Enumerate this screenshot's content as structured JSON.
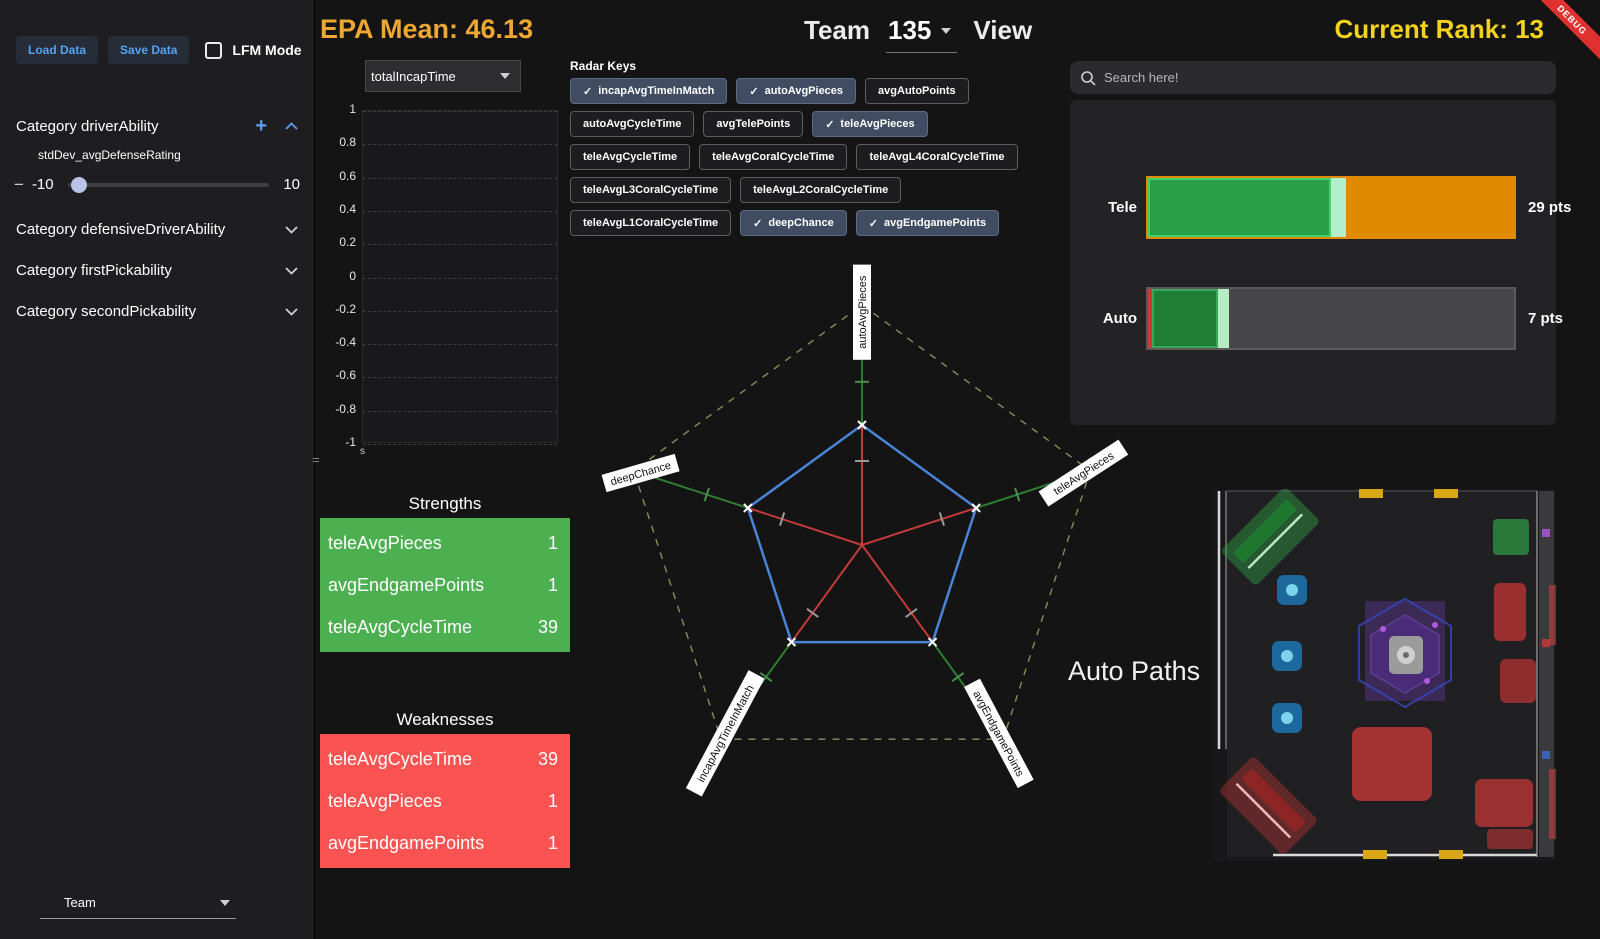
{
  "icons": {
    "plus": "+",
    "check": "✓",
    "minus": "−",
    "equals": "="
  },
  "sidebar": {
    "load_button": "Load Data",
    "save_button": "Save Data",
    "lfm_label": "LFM Mode",
    "categories": [
      {
        "label": "Category driverAbility",
        "expanded": true,
        "has_add": true,
        "slider": {
          "label": "stdDev_avgDefenseRating",
          "min_label": "-10",
          "max_label": "10"
        }
      },
      {
        "label": "Category defensiveDriverAbility",
        "expanded": false
      },
      {
        "label": "Category firstPickability",
        "expanded": false
      },
      {
        "label": "Category secondPickability",
        "expanded": false
      }
    ],
    "team_dropdown_label": "Team"
  },
  "header": {
    "epa_mean": "EPA Mean: 46.13",
    "team_label": "Team",
    "team_number": "135",
    "view_label": "View",
    "current_rank": "Current Rank: 13",
    "debug_ribbon": "DEBUG"
  },
  "incap_panel": {
    "dropdown_value": "totalIncapTime",
    "y_ticks": [
      "1",
      "0.8",
      "0.6",
      "0.4",
      "0.2",
      "0",
      "-0.2",
      "-0.4",
      "-0.6",
      "-0.8",
      "-1"
    ],
    "x_unit": "s"
  },
  "radar_keys": {
    "title": "Radar Keys",
    "rows": [
      [
        {
          "label": "incapAvgTimeInMatch",
          "selected": true
        },
        {
          "label": "autoAvgPieces",
          "selected": true
        },
        {
          "label": "avgAutoPoints",
          "selected": false
        }
      ],
      [
        {
          "label": "autoAvgCycleTime",
          "selected": false
        },
        {
          "label": "avgTelePoints",
          "selected": false
        },
        {
          "label": "teleAvgPieces",
          "selected": true
        }
      ],
      [
        {
          "label": "teleAvgCycleTime",
          "selected": false
        },
        {
          "label": "teleAvgCoralCycleTime",
          "selected": false
        },
        {
          "label": "teleAvgL4CoralCycleTime",
          "selected": false
        }
      ],
      [
        {
          "label": "teleAvgL3CoralCycleTime",
          "selected": false
        },
        {
          "label": "teleAvgL2CoralCycleTime",
          "selected": false
        }
      ],
      [
        {
          "label": "teleAvgL1CoralCycleTime",
          "selected": false
        },
        {
          "label": "deepChance",
          "selected": true
        },
        {
          "label": "avgEndgamePoints",
          "selected": true
        }
      ]
    ]
  },
  "chart_data": [
    {
      "type": "line",
      "title": "totalIncapTime",
      "xlabel": "s",
      "ylabel": "",
      "ylim": [
        -1,
        1
      ],
      "y_ticks": [
        1,
        0.8,
        0.6,
        0.4,
        0.2,
        0,
        -0.2,
        -0.4,
        -0.6,
        -0.8,
        -1
      ],
      "series": [],
      "note": "empty time chart, dashed horizontal gridlines, no data plotted"
    },
    {
      "type": "radar",
      "axes": [
        "autoAvgPieces",
        "teleAvgPieces",
        "avgEndgamePoints",
        "incapAvgTimeInMatch",
        "deepChance"
      ],
      "series": [
        {
          "name": "team-135",
          "color": "#4a84d8",
          "values_fraction": [
            0.5,
            0.5,
            0.5,
            0.5,
            0.5
          ]
        }
      ],
      "grid": "pentagon-dashed",
      "outer_color": "#8f8a5f",
      "spoke_inner_color": "#c23b3b",
      "spoke_outer_color": "#2f7d32"
    }
  ],
  "strengths": {
    "title": "Strengths",
    "color": "#4caf50",
    "items": [
      {
        "label": "teleAvgPieces",
        "value": "1"
      },
      {
        "label": "avgEndgamePoints",
        "value": "1"
      },
      {
        "label": "teleAvgCycleTime",
        "value": "39"
      }
    ]
  },
  "weaknesses": {
    "title": "Weaknesses",
    "color": "#fb5252",
    "items": [
      {
        "label": "teleAvgCycleTime",
        "value": "39"
      },
      {
        "label": "teleAvgPieces",
        "value": "1"
      },
      {
        "label": "avgEndgamePoints",
        "value": "1"
      }
    ]
  },
  "right_panel": {
    "search_placeholder": "Search here!",
    "bars": [
      {
        "label": "Tele",
        "value": "29 pts",
        "track_border": "#e08a00",
        "segments": [
          {
            "pct": 50,
            "color": "#27a047",
            "border": "#45d06e"
          },
          {
            "pct": 4,
            "color": "#b2f0cc"
          },
          {
            "pct": 46,
            "color": "#e08a00"
          }
        ]
      },
      {
        "label": "Auto",
        "value": "7 pts",
        "track_border": "#5a5a5a",
        "segments": [
          {
            "pct": 1,
            "color": "#cc3a33"
          },
          {
            "pct": 18,
            "color": "#1e7e36",
            "border": "#3aa65a"
          },
          {
            "pct": 3,
            "color": "#b5ecc4"
          },
          {
            "pct": 78,
            "color": "#47474a"
          }
        ]
      }
    ],
    "auto_paths_label": "Auto Paths"
  }
}
